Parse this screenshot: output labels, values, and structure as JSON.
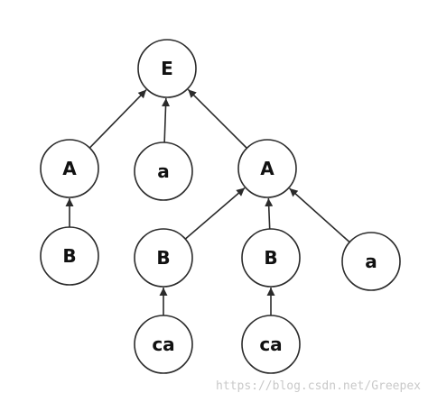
{
  "diagram": {
    "nodes": [
      {
        "id": "n1",
        "label": "E"
      },
      {
        "id": "n2",
        "label": "A"
      },
      {
        "id": "n3",
        "label": "a"
      },
      {
        "id": "n4",
        "label": "A"
      },
      {
        "id": "n5",
        "label": "B"
      },
      {
        "id": "n6",
        "label": "B"
      },
      {
        "id": "n7",
        "label": "B"
      },
      {
        "id": "n8",
        "label": "a"
      },
      {
        "id": "n9",
        "label": "ca"
      },
      {
        "id": "n10",
        "label": "ca"
      }
    ],
    "edges": [
      {
        "from": "n2",
        "to": "n1"
      },
      {
        "from": "n3",
        "to": "n1"
      },
      {
        "from": "n4",
        "to": "n1"
      },
      {
        "from": "n5",
        "to": "n2"
      },
      {
        "from": "n6",
        "to": "n4"
      },
      {
        "from": "n7",
        "to": "n4"
      },
      {
        "from": "n8",
        "to": "n4"
      },
      {
        "from": "n9",
        "to": "n6"
      },
      {
        "from": "n10",
        "to": "n7"
      }
    ]
  },
  "watermark": "https://blog.csdn.net/Greepex"
}
